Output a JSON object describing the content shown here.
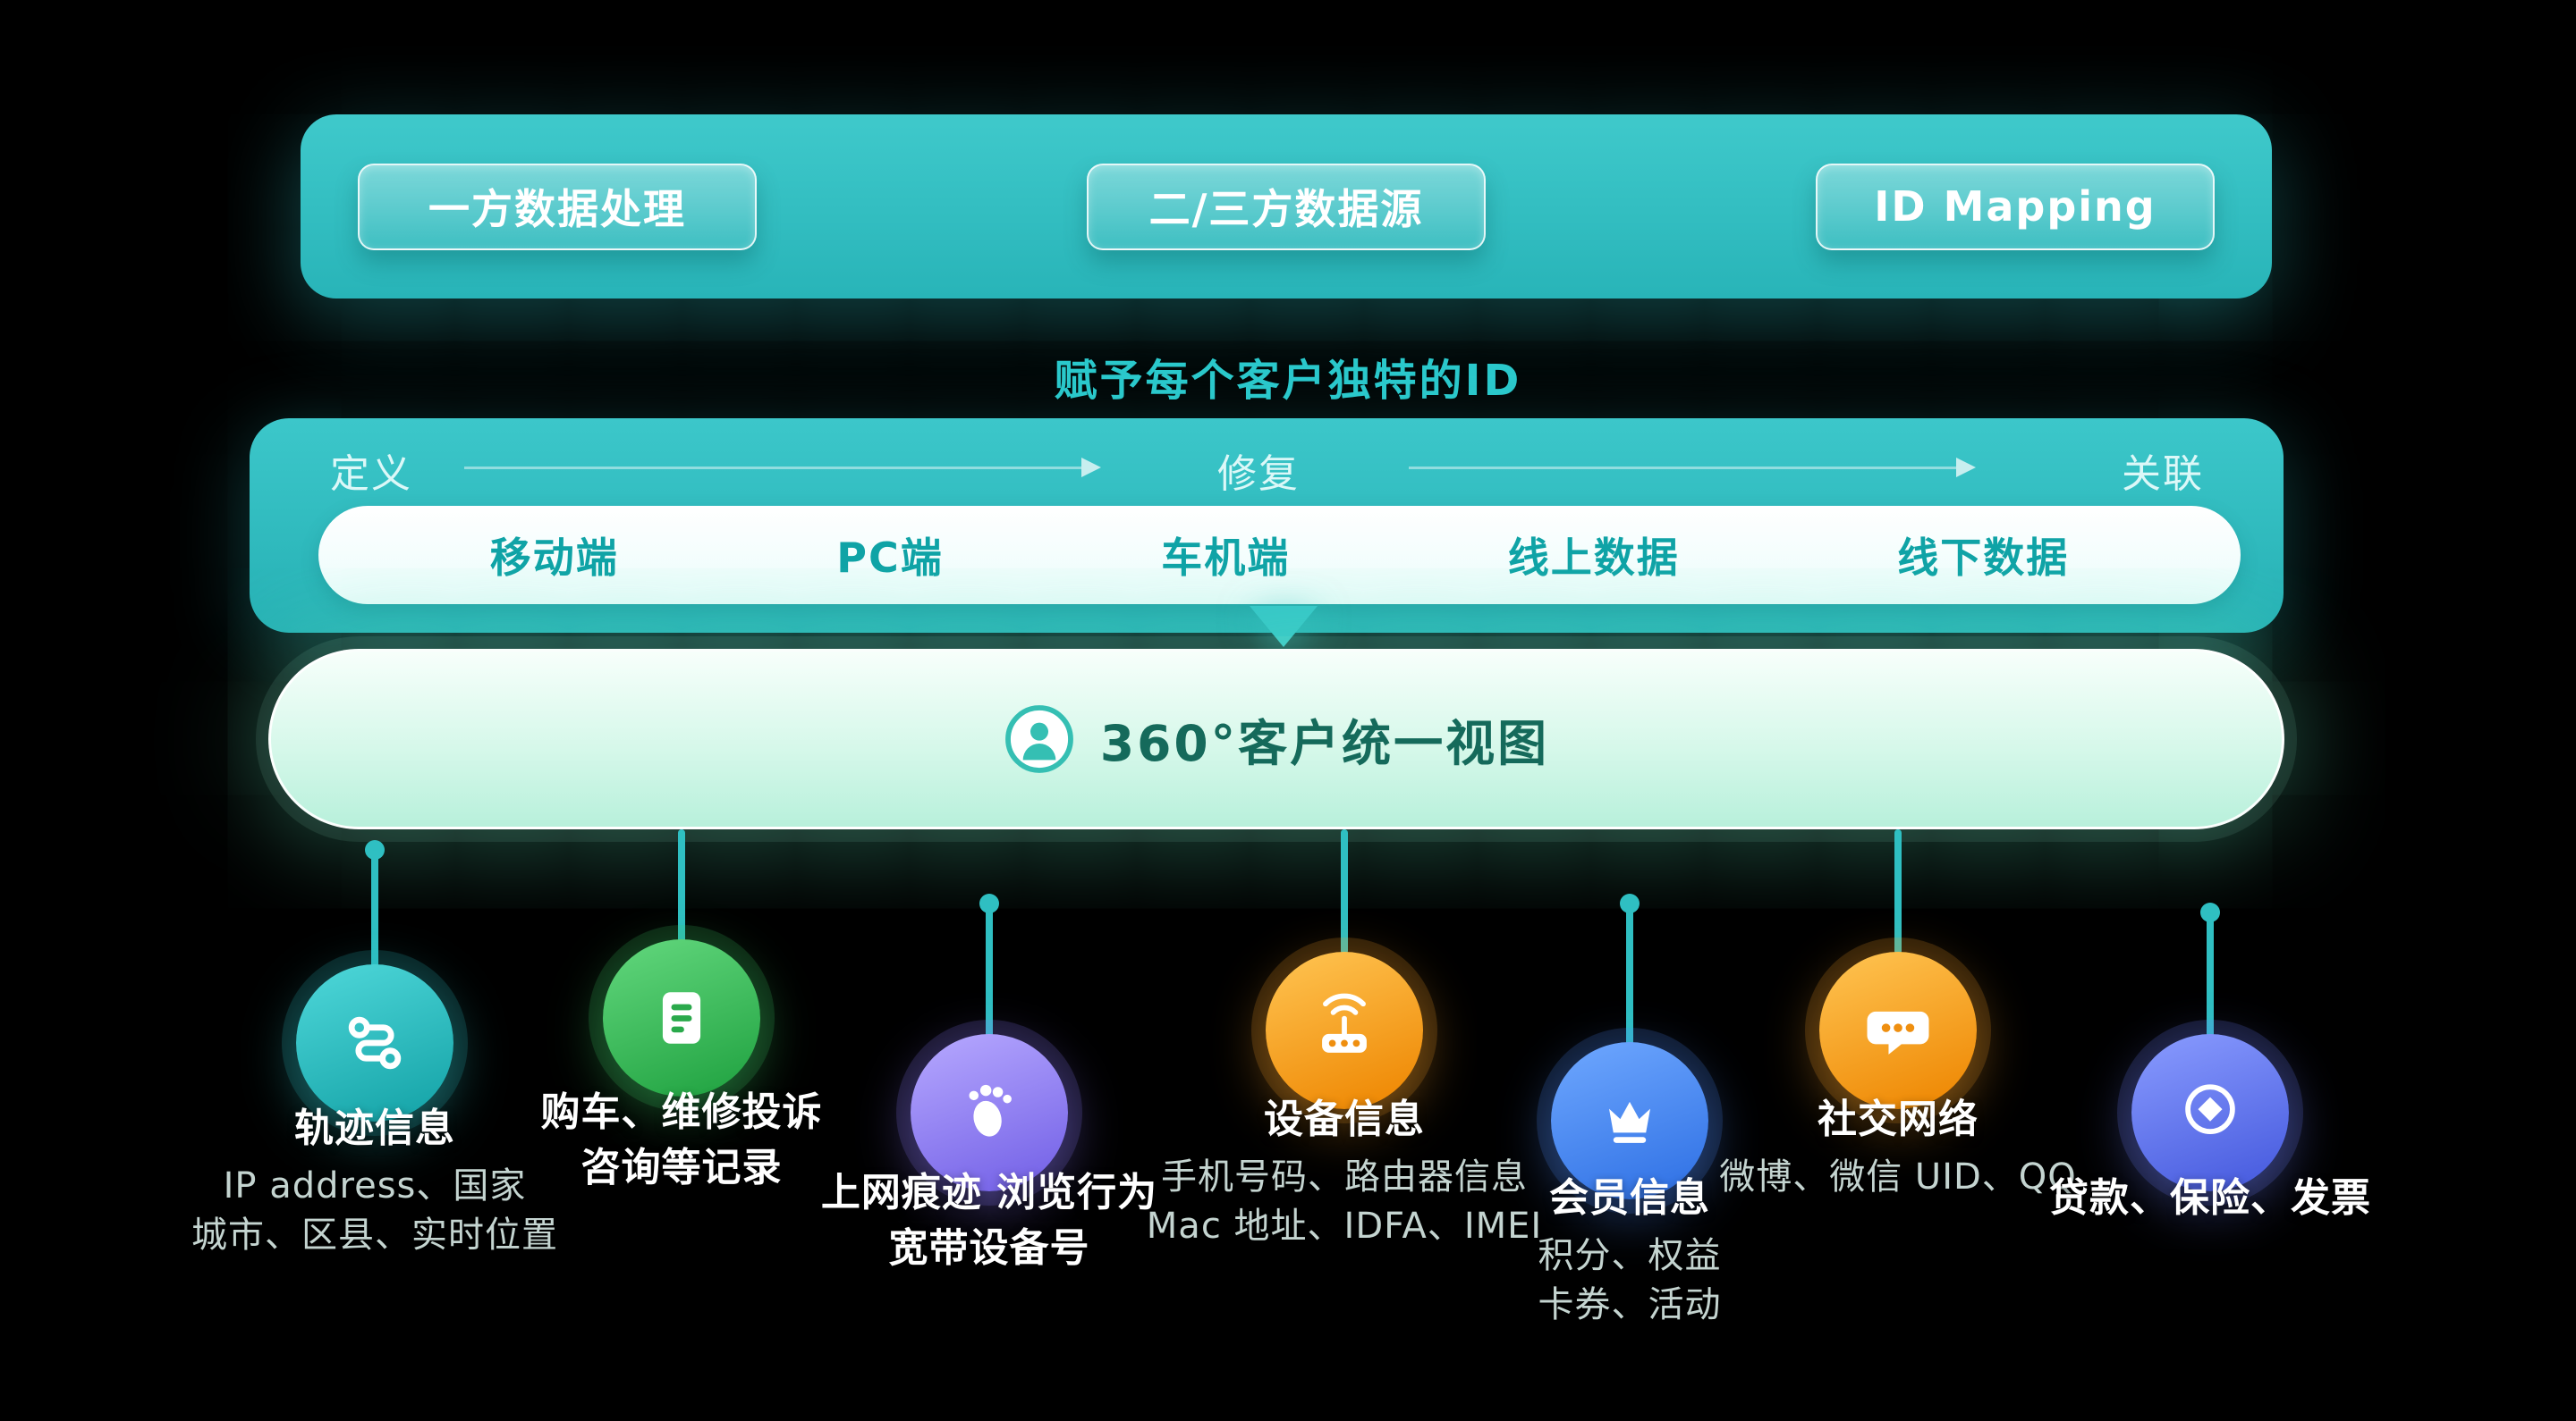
{
  "top_banner": {
    "buttons": [
      {
        "label": "一方数据处理"
      },
      {
        "label": "二/三方数据源"
      },
      {
        "label": "ID Mapping"
      }
    ]
  },
  "subtitle": "赋予每个客户独特的ID",
  "pipeline": {
    "stages": [
      "定义",
      "修复",
      "关联"
    ],
    "channels": [
      "移动端",
      "PC端",
      "车机端",
      "线上数据",
      "线下数据"
    ]
  },
  "unified_view": {
    "icon": "user-icon",
    "label": "360°客户统一视图"
  },
  "sources": [
    {
      "name": "trajectory-info",
      "icon": "route-icon",
      "color": "teal",
      "title": [
        "轨迹信息"
      ],
      "desc": [
        "IP address、国家",
        "城市、区县、实时位置"
      ]
    },
    {
      "name": "purchase-service-records",
      "icon": "document-icon",
      "color": "green",
      "title": [
        "购车、维修投诉",
        "咨询等记录"
      ],
      "desc": []
    },
    {
      "name": "web-traces",
      "icon": "footprint-icon",
      "color": "purple",
      "title": [
        "上网痕迹 浏览行为",
        "宽带设备号"
      ],
      "desc": []
    },
    {
      "name": "device-info",
      "icon": "router-icon",
      "color": "orange",
      "title": [
        "设备信息"
      ],
      "desc": [
        "手机号码、路由器信息",
        "Mac 地址、IDFA、IMEI"
      ]
    },
    {
      "name": "membership-info",
      "icon": "crown-icon",
      "color": "blue",
      "title": [
        "会员信息"
      ],
      "desc": [
        "积分、权益",
        "卡券、活动"
      ]
    },
    {
      "name": "social-network",
      "icon": "chat-icon",
      "color": "orange",
      "title": [
        "社交网络"
      ],
      "desc": [
        "微博、微信 UID、QQ"
      ]
    },
    {
      "name": "finance-records",
      "icon": "badge-icon",
      "color": "indigo",
      "title": [
        "贷款、保险、发票"
      ],
      "desc": []
    }
  ],
  "colors": {
    "background": "#000000",
    "teal_primary": "#2FBFC2",
    "subtitle_teal": "#2BC9CC",
    "channel_text": "#0FA3A6",
    "unified_text": "#156A5B",
    "circle_teal": "#18A6AA",
    "circle_green": "#25A645",
    "circle_purple": "#7765E8",
    "circle_orange": "#EF8A06",
    "circle_blue": "#3374E6",
    "circle_indigo": "#4A5EE0"
  }
}
